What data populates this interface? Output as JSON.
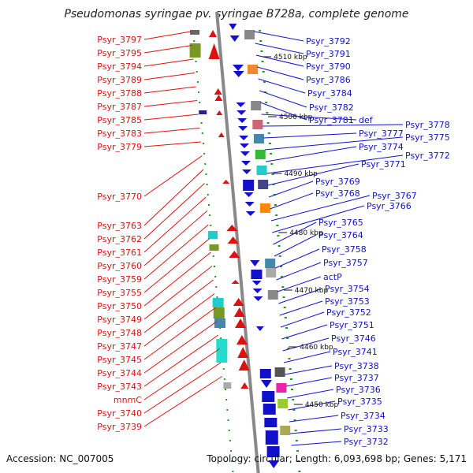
{
  "title": "Pseudomonas syringae pv. syringae B728a, complete genome",
  "accession": "Accession: NC_007005",
  "summary": "Topology: circular; Length: 6,093,698 bp; Genes: 5,171",
  "colors": {
    "reverse_strand": "#dd1111",
    "forward_strand": "#1111cc",
    "backbone": "#888888",
    "tick": "#229922"
  },
  "ruler_marks": [
    {
      "label": "4510 kbp"
    },
    {
      "label": "4500 kbp"
    },
    {
      "label": "4490 kbp"
    },
    {
      "label": "4480 kbp"
    },
    {
      "label": "4470 kbp"
    },
    {
      "label": "4460 kbp"
    },
    {
      "label": "4450 kbp"
    }
  ],
  "reverse_genes": [
    {
      "name": "Psyr_3797"
    },
    {
      "name": "Psyr_3795"
    },
    {
      "name": "Psyr_3794"
    },
    {
      "name": "Psyr_3789"
    },
    {
      "name": "Psyr_3788"
    },
    {
      "name": "Psyr_3787"
    },
    {
      "name": "Psyr_3785"
    },
    {
      "name": "Psyr_3783"
    },
    {
      "name": "Psyr_3779"
    },
    {
      "name": "Psyr_3770"
    },
    {
      "name": "Psyr_3763"
    },
    {
      "name": "Psyr_3762"
    },
    {
      "name": "Psyr_3761"
    },
    {
      "name": "Psyr_3760"
    },
    {
      "name": "Psyr_3759"
    },
    {
      "name": "Psyr_3755"
    },
    {
      "name": "Psyr_3750"
    },
    {
      "name": "Psyr_3749"
    },
    {
      "name": "Psyr_3748"
    },
    {
      "name": "Psyr_3747"
    },
    {
      "name": "Psyr_3745"
    },
    {
      "name": "Psyr_3744"
    },
    {
      "name": "Psyr_3743"
    },
    {
      "name": "mnmC"
    },
    {
      "name": "Psyr_3740"
    },
    {
      "name": "Psyr_3739"
    }
  ],
  "forward_genes": [
    {
      "name": "Psyr_3792"
    },
    {
      "name": "Psyr_3791"
    },
    {
      "name": "Psyr_3790"
    },
    {
      "name": "Psyr_3786"
    },
    {
      "name": "Psyr_3784"
    },
    {
      "name": "Psyr_3782"
    },
    {
      "name": "Psyr_3781"
    },
    {
      "name": "def"
    },
    {
      "name": "Psyr_3778"
    },
    {
      "name": "Psyr_3777"
    },
    {
      "name": "Psyr_3775"
    },
    {
      "name": "Psyr_3774"
    },
    {
      "name": "Psyr_3772"
    },
    {
      "name": "Psyr_3771"
    },
    {
      "name": "Psyr_3769"
    },
    {
      "name": "Psyr_3768"
    },
    {
      "name": "Psyr_3767"
    },
    {
      "name": "Psyr_3766"
    },
    {
      "name": "Psyr_3765"
    },
    {
      "name": "Psyr_3764"
    },
    {
      "name": "Psyr_3758"
    },
    {
      "name": "Psyr_3757"
    },
    {
      "name": "actP"
    },
    {
      "name": "Psyr_3754"
    },
    {
      "name": "Psyr_3753"
    },
    {
      "name": "Psyr_3752"
    },
    {
      "name": "Psyr_3751"
    },
    {
      "name": "Psyr_3746"
    },
    {
      "name": "Psyr_3741"
    },
    {
      "name": "Psyr_3738"
    },
    {
      "name": "Psyr_3737"
    },
    {
      "name": "Psyr_3736"
    },
    {
      "name": "Psyr_3735"
    },
    {
      "name": "Psyr_3734"
    },
    {
      "name": "Psyr_3733"
    },
    {
      "name": "Psyr_3732"
    }
  ]
}
